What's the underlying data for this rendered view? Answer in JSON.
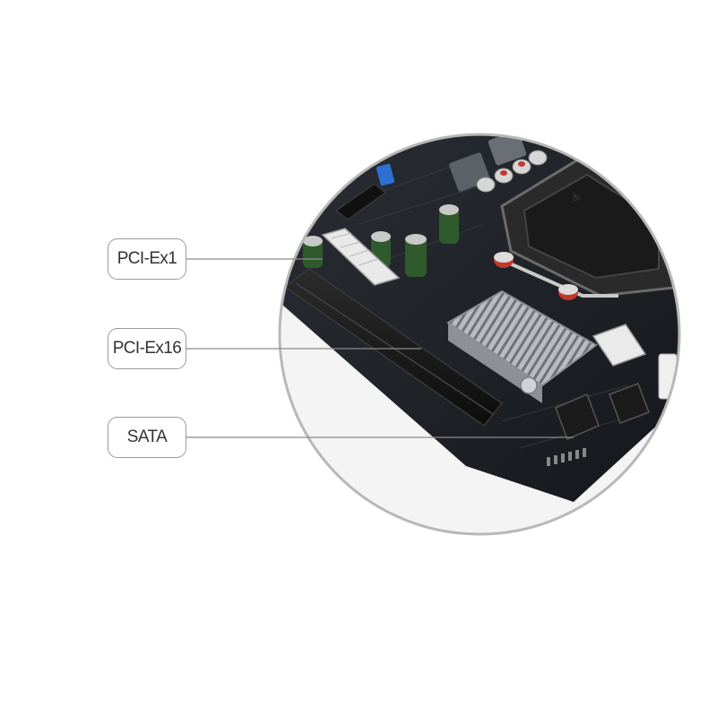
{
  "callouts": [
    {
      "id": "pcie-x1",
      "label": "PCI-Ex1"
    },
    {
      "id": "pcie-x16",
      "label": "PCI-Ex16"
    },
    {
      "id": "sata",
      "label": "SATA"
    }
  ],
  "colors": {
    "background": "#ffffff",
    "leader_line": "#8a8a8a",
    "lens_border": "#b5b5b5",
    "pcb": "#1c1f24",
    "heatsink": "#a9acb0"
  },
  "scene": "motherboard close-up in circular magnifier lens"
}
